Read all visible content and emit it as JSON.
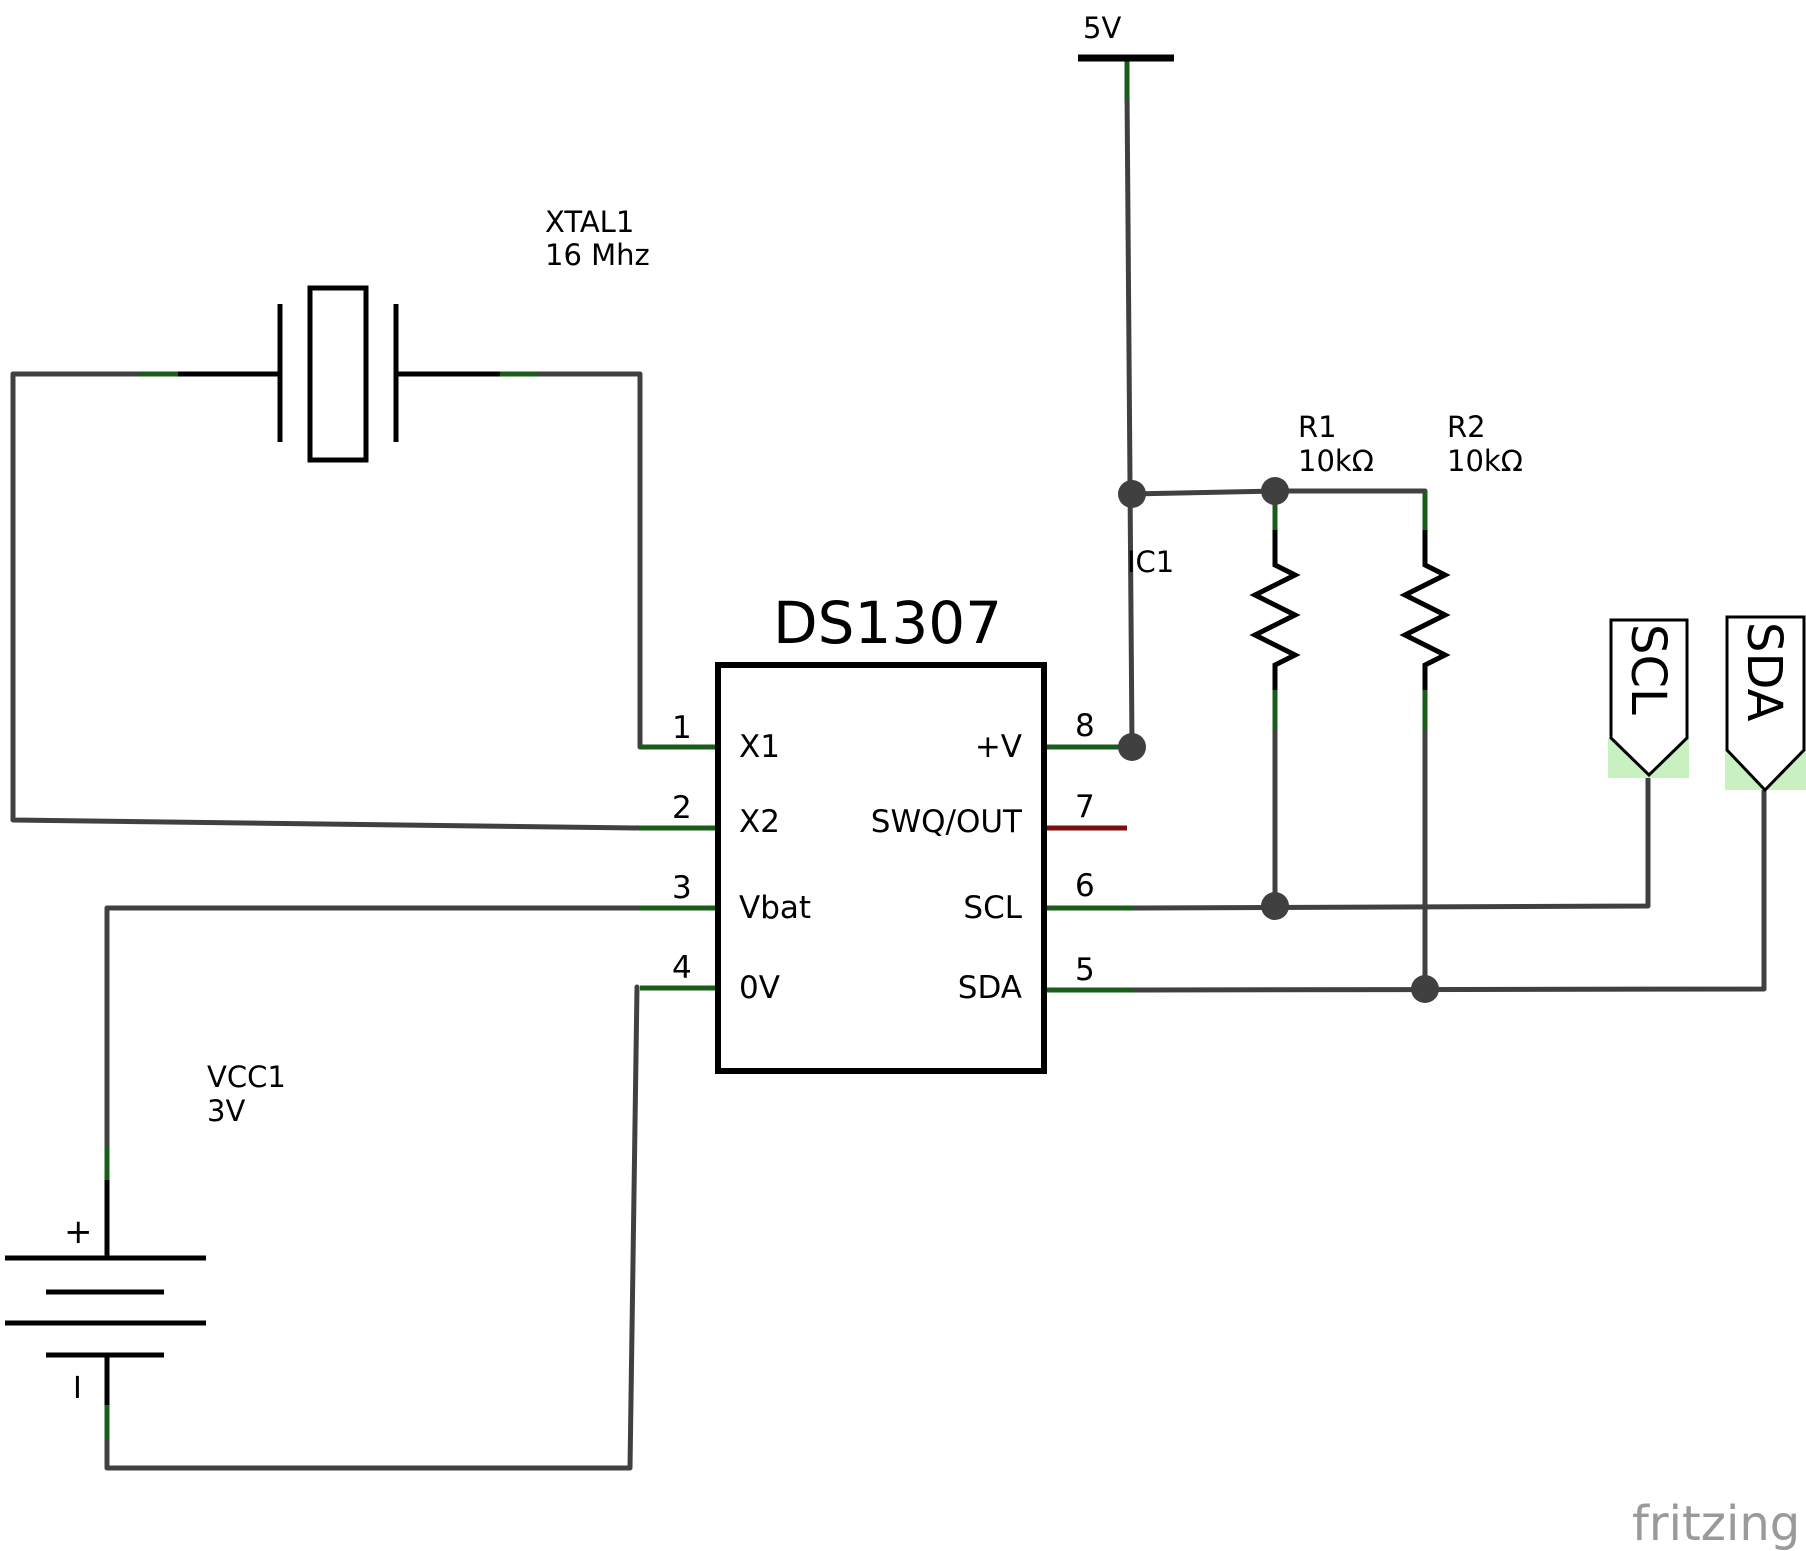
{
  "supply": {
    "label": "5V"
  },
  "crystal": {
    "ref": "XTAL1",
    "value": "16 Mhz"
  },
  "ic": {
    "ref": "IC1",
    "part": "DS1307",
    "pins_left": [
      {
        "num": "1",
        "name": "X1"
      },
      {
        "num": "2",
        "name": "X2"
      },
      {
        "num": "3",
        "name": "Vbat"
      },
      {
        "num": "4",
        "name": "0V"
      }
    ],
    "pins_right": [
      {
        "num": "8",
        "name": "+V"
      },
      {
        "num": "7",
        "name": "SWQ/OUT"
      },
      {
        "num": "6",
        "name": "SCL"
      },
      {
        "num": "5",
        "name": "SDA"
      }
    ]
  },
  "resistors": [
    {
      "ref": "R1",
      "value": "10kΩ"
    },
    {
      "ref": "R2",
      "value": "10kΩ"
    }
  ],
  "battery": {
    "ref": "VCC1",
    "value": "3V",
    "plus": "+",
    "minus": "I"
  },
  "net_labels": [
    "SCL",
    "SDA"
  ],
  "watermark": "fritzing"
}
